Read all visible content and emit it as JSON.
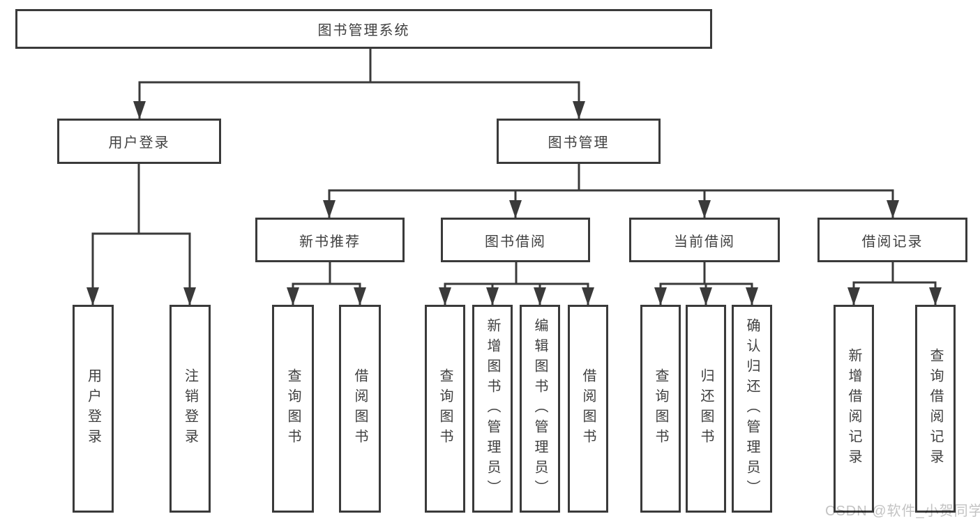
{
  "diagram": {
    "root": "图书管理系统",
    "level2": [
      "用户登录",
      "图书管理"
    ],
    "level3": [
      "新书推荐",
      "图书借阅",
      "当前借阅",
      "借阅记录"
    ],
    "leaves": {
      "login": [
        "用户登录",
        "注销登录"
      ],
      "recommend": [
        "查询图书",
        "借阅图书"
      ],
      "borrow": [
        "查询图书",
        "新增图书（管理员）",
        "编辑图书（管理员）",
        "借阅图书"
      ],
      "current": [
        "查询图书",
        "归还图书",
        "确认归还（管理员）"
      ],
      "records": [
        "新增借阅记录",
        "查询借阅记录"
      ]
    }
  },
  "watermark": {
    "text": "CSDN @软件_小贺同学"
  },
  "colors": {
    "line": "#3a3a3a",
    "text": "#3f3f3f",
    "watermark": "#c3c3c3",
    "background": "#ffffff"
  }
}
